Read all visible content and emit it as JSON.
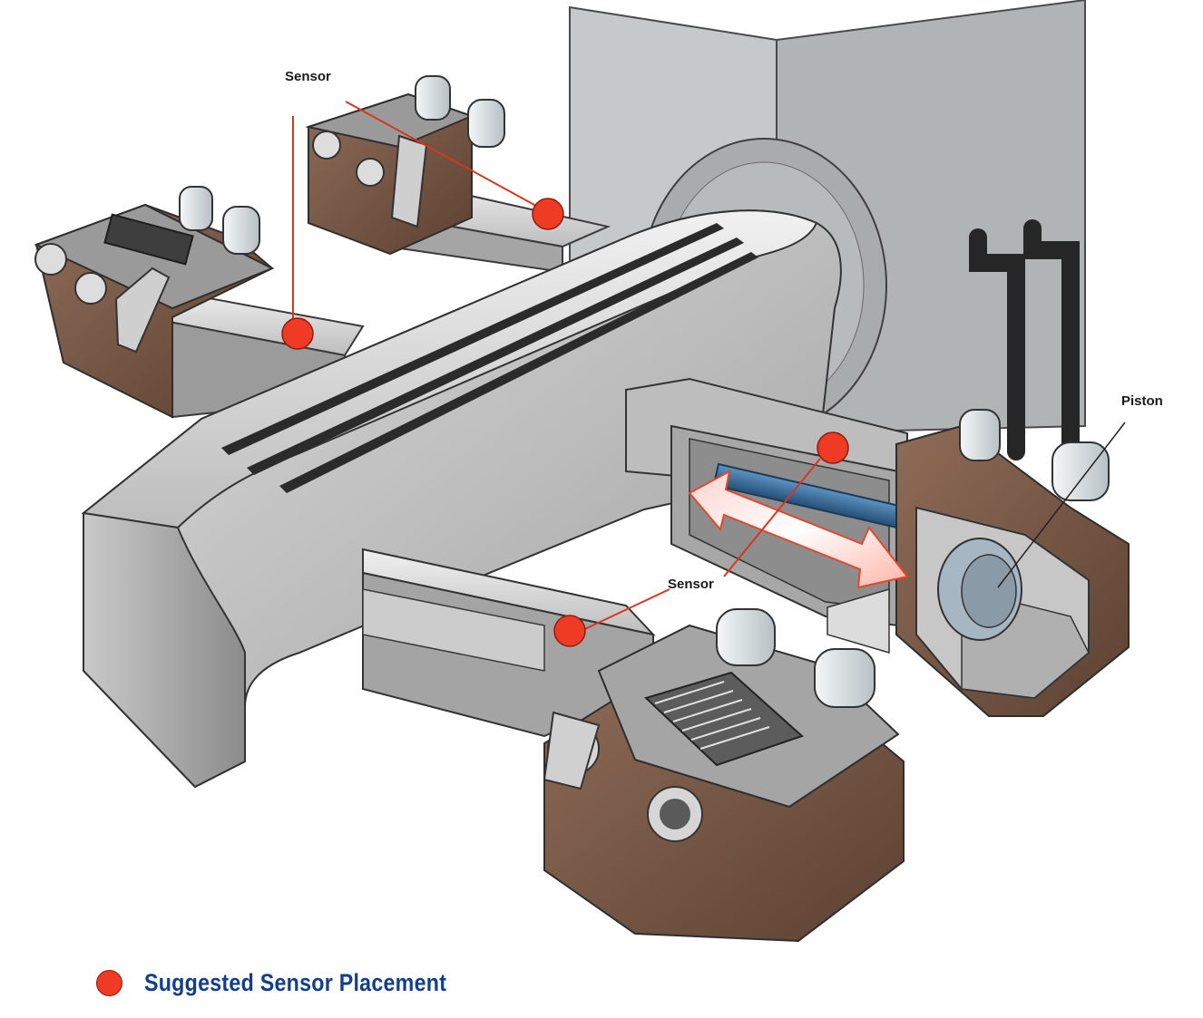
{
  "callouts": {
    "sensor_top": "Sensor",
    "sensor_mid": "Sensor",
    "piston": "Piston"
  },
  "legend": {
    "label": "Suggested Sensor Placement"
  },
  "colors": {
    "sensor_dot": "#ef3b24",
    "legend_text": "#123f8a",
    "leader_line": "#d9361f",
    "metal_light": "#d8d8d8",
    "metal_dark": "#8e8e8e",
    "housing_brown": "#7a5a48",
    "rod_blue": "#3a6c9a"
  }
}
